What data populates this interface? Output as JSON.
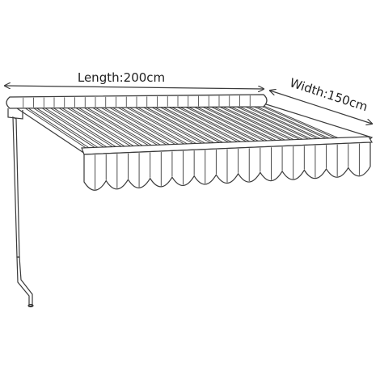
{
  "dimensions": {
    "length_label": "Length:200cm",
    "width_label": "Width:150cm"
  },
  "colors": {
    "line": "#3a3a3a",
    "background": "#ffffff"
  },
  "components": {
    "cassette": "cassette-roller",
    "canopy": "striped-fabric-canopy",
    "valance": "scalloped-valance",
    "crank": "hand-crank-rod"
  }
}
